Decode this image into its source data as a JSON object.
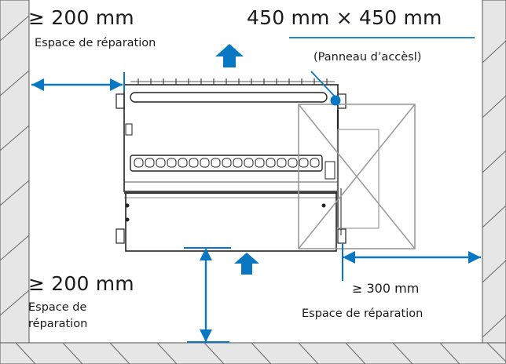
{
  "labels": {
    "top_left_dim": "≥ 200 mm",
    "top_left_note": "Espace de réparation",
    "access_panel_dim": "450 mm × 450 mm",
    "access_panel_note": "(Panneau d’accèsl)",
    "bottom_left_dim": "≥ 200 mm",
    "bottom_left_note_1": "Espace de",
    "bottom_left_note_2": "réparation",
    "bottom_right_dim": "≥ 300 mm",
    "bottom_right_note": "Espace de réparation"
  },
  "colors": {
    "accent": "#0a77c2",
    "line": "#222222",
    "wall_fill": "#e4e4e4",
    "panel": "#9a9a9a"
  }
}
